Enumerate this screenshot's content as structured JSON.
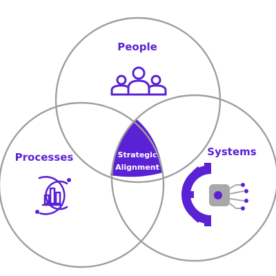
{
  "diagram": {
    "sets": [
      {
        "id": "people",
        "label": "People",
        "icon": "people-group-icon"
      },
      {
        "id": "processes",
        "label": "Processes",
        "icon": "process-chart-icon"
      },
      {
        "id": "systems",
        "label": "Systems",
        "icon": "gear-circuit-icon"
      }
    ],
    "center": {
      "lines": [
        "Strategic",
        "Alignment"
      ]
    }
  },
  "colors": {
    "accent": "#5b21d4",
    "outline": "#9e9e9e",
    "center_text": "#ffffff",
    "icon_gray": "#a8a8a8"
  }
}
